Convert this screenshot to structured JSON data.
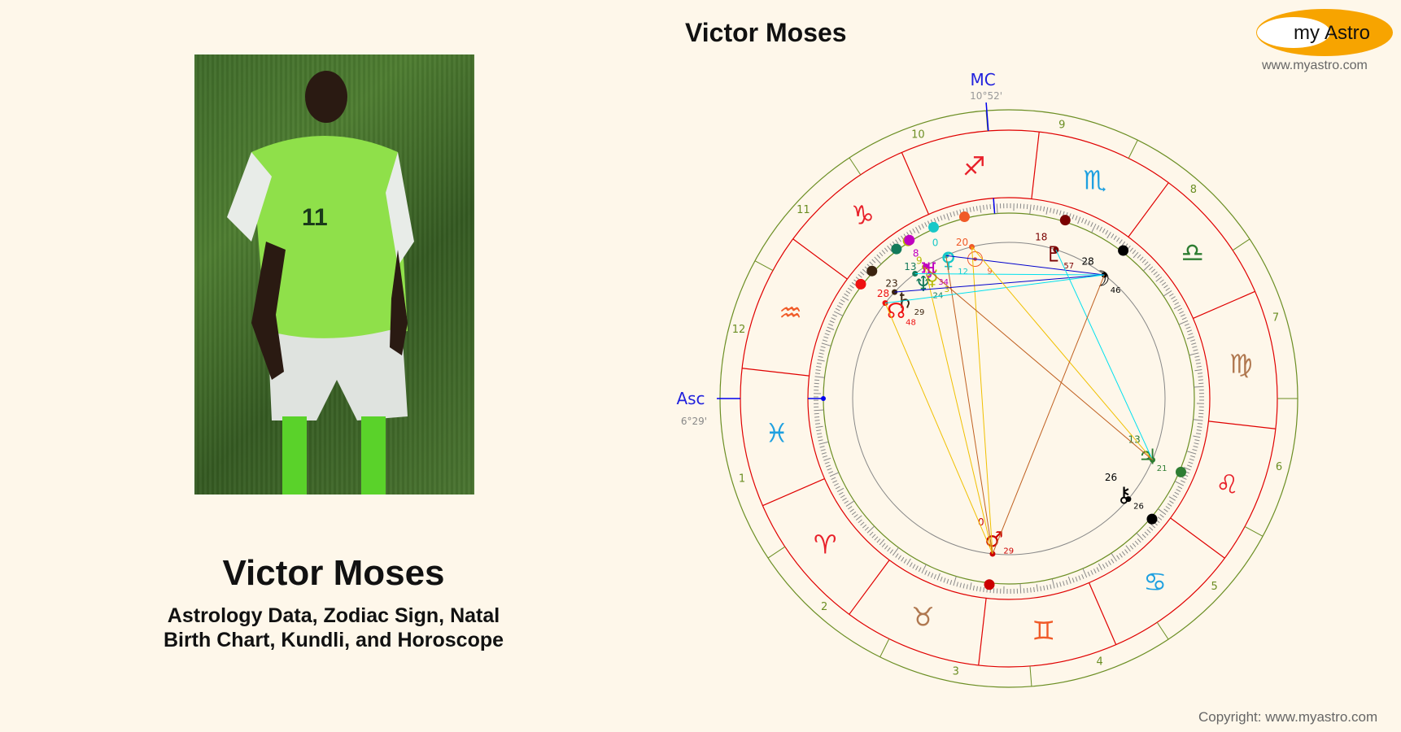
{
  "header": {
    "chart_title": "Victor Moses",
    "logo_text_my": "my",
    "logo_text_astro": "Astro",
    "logo_url": "www.myastro.com"
  },
  "profile": {
    "name": "Victor Moses",
    "subtitle_line1": "Astrology Data, Zodiac Sign, Natal",
    "subtitle_line2": "Birth Chart, Kundli, and Horoscope",
    "photo_alt": "Victor Moses in Nigeria green jersey number 11"
  },
  "footer": {
    "copyright": "Copyright: www.myastro.com"
  },
  "chart": {
    "asc_label": "Asc",
    "asc_degree": "6°29'",
    "mc_label": "MC",
    "mc_degree": "10°52'",
    "houses": [
      "1",
      "2",
      "3",
      "4",
      "5",
      "6",
      "7",
      "8",
      "9",
      "10",
      "11",
      "12"
    ],
    "signs": [
      {
        "name": "aries",
        "glyph": "♈",
        "color": "#e8202a"
      },
      {
        "name": "taurus",
        "glyph": "♉",
        "color": "#b07850"
      },
      {
        "name": "gemini",
        "glyph": "♊",
        "color": "#f05a28"
      },
      {
        "name": "cancer",
        "glyph": "♋",
        "color": "#1ea0e0"
      },
      {
        "name": "leo",
        "glyph": "♌",
        "color": "#e8202a"
      },
      {
        "name": "virgo",
        "glyph": "♍",
        "color": "#b07850"
      },
      {
        "name": "libra",
        "glyph": "♎",
        "color": "#2e7d32"
      },
      {
        "name": "scorpio",
        "glyph": "♏",
        "color": "#1ea0e0"
      },
      {
        "name": "sagittarius",
        "glyph": "♐",
        "color": "#e8202a"
      },
      {
        "name": "capricorn",
        "glyph": "♑",
        "color": "#e8202a"
      },
      {
        "name": "aquarius",
        "glyph": "♒",
        "color": "#f05a28"
      },
      {
        "name": "pisces",
        "glyph": "♓",
        "color": "#1ea0e0"
      }
    ],
    "planets": [
      {
        "name": "sun",
        "glyph": "☉",
        "deg": "20",
        "min": "9",
        "color": "#f05a28"
      },
      {
        "name": "moon",
        "glyph": "☽",
        "deg": "28",
        "min": "46",
        "color": "#000000"
      },
      {
        "name": "mercury",
        "glyph": "☿",
        "deg": "9",
        "min": "3",
        "color": "#b5b800"
      },
      {
        "name": "venus",
        "glyph": "♀",
        "deg": "0",
        "min": "12",
        "color": "#18c8c8"
      },
      {
        "name": "mars",
        "glyph": "♂",
        "deg": "0",
        "min": "29",
        "color": "#cc0000"
      },
      {
        "name": "jupiter",
        "glyph": "♃",
        "deg": "13",
        "min": "21",
        "color": "#2e7d32"
      },
      {
        "name": "saturn",
        "glyph": "♄",
        "deg": "23",
        "min": "29",
        "color": "#3b2410"
      },
      {
        "name": "uranus",
        "glyph": "♅",
        "deg": "8",
        "min": "34",
        "color": "#c000c0"
      },
      {
        "name": "neptune",
        "glyph": "♆",
        "deg": "13",
        "min": "24",
        "color": "#137a5a"
      },
      {
        "name": "pluto",
        "glyph": "♇",
        "deg": "18",
        "min": "57",
        "color": "#7a0000"
      },
      {
        "name": "north-node",
        "glyph": "☊",
        "deg": "28",
        "min": "48",
        "color": "#ee1111"
      },
      {
        "name": "chiron",
        "glyph": "⚷",
        "deg": "26",
        "min": "26",
        "color": "#000000"
      }
    ]
  }
}
